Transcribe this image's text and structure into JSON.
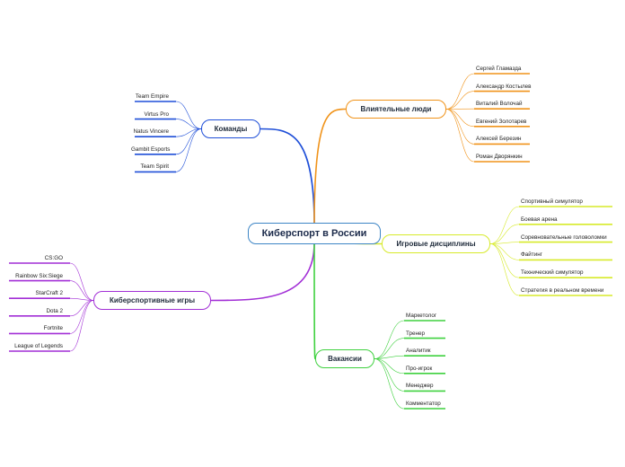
{
  "root": {
    "label": "Киберспорт в России",
    "color": "#3e86c6"
  },
  "branches": [
    {
      "id": "teams",
      "label": "Команды",
      "color": "#1f4fd8",
      "side": "left",
      "leaves": [
        "Team Empire",
        "Virtus Pro",
        "Natus Vincere",
        "Gambit Esports",
        "Team Spirit"
      ]
    },
    {
      "id": "people",
      "label": "Влиятельные люди",
      "color": "#f0931a",
      "side": "right",
      "leaves": [
        "Сергей Гламазда",
        "Александр Костылев",
        "Виталий Волочай",
        "Евгений Золотарев",
        "Алексей Березин",
        "Роман Дворянкин"
      ]
    },
    {
      "id": "disciplines",
      "label": "Игровые дисциплины",
      "color": "#d7ea2a",
      "side": "right",
      "leaves": [
        "Спортивный симулятор",
        "Боевая арена",
        "Соревновательные головоломки",
        "Файтинг",
        "Технический симулятор",
        "Стратегия в реальном времени"
      ]
    },
    {
      "id": "games",
      "label": "Киберспортивные игры",
      "color": "#a22fd6",
      "side": "left",
      "leaves": [
        "CS:GO",
        "Rainbow Six:Siege",
        "StarCraft 2",
        "Dota 2",
        "Fortnite",
        "League of Legends"
      ]
    },
    {
      "id": "jobs",
      "label": "Вакансии",
      "color": "#3fd13f",
      "side": "right",
      "leaves": [
        "Маркетолог",
        "Тренер",
        "Аналитик",
        "Про-игрок",
        "Менеджер",
        "Комментатор"
      ]
    }
  ]
}
